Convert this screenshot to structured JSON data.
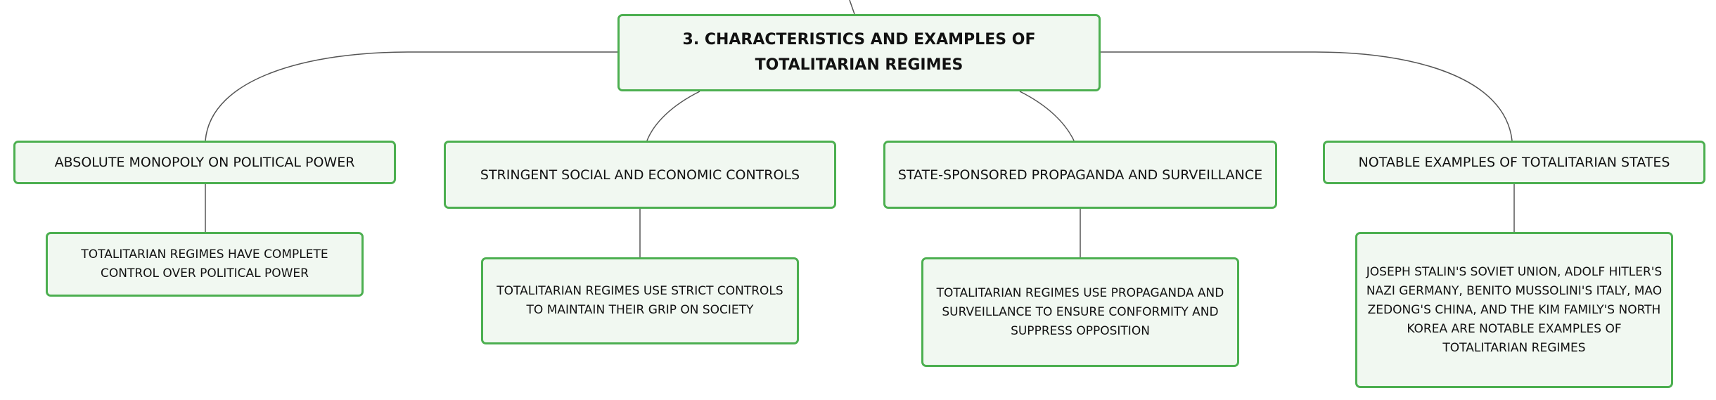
{
  "diagram": {
    "root": {
      "label": "3. CHARACTERISTICS AND EXAMPLES OF TOTALITARIAN REGIMES"
    },
    "branches": [
      {
        "label": "ABSOLUTE MONOPOLY ON POLITICAL POWER",
        "detail": "TOTALITARIAN REGIMES HAVE COMPLETE CONTROL OVER POLITICAL POWER"
      },
      {
        "label": "STRINGENT SOCIAL AND ECONOMIC CONTROLS",
        "detail": "TOTALITARIAN REGIMES USE STRICT CONTROLS TO MAINTAIN THEIR GRIP ON SOCIETY"
      },
      {
        "label": "STATE-SPONSORED PROPAGANDA AND SURVEILLANCE",
        "detail": "TOTALITARIAN REGIMES USE PROPAGANDA AND SURVEILLANCE TO ENSURE CONFORMITY AND SUPPRESS OPPOSITION"
      },
      {
        "label": "NOTABLE EXAMPLES OF TOTALITARIAN STATES",
        "detail": "JOSEPH STALIN'S SOVIET UNION, ADOLF HITLER'S NAZI GERMANY, BENITO MUSSOLINI'S ITALY, MAO ZEDONG'S CHINA, AND THE KIM FAMILY'S NORTH KOREA ARE NOTABLE EXAMPLES OF TOTALITARIAN REGIMES"
      }
    ],
    "colors": {
      "node_border": "#4caf50",
      "node_fill": "#f1f8f1",
      "connector": "#555555",
      "text": "#111111"
    }
  }
}
